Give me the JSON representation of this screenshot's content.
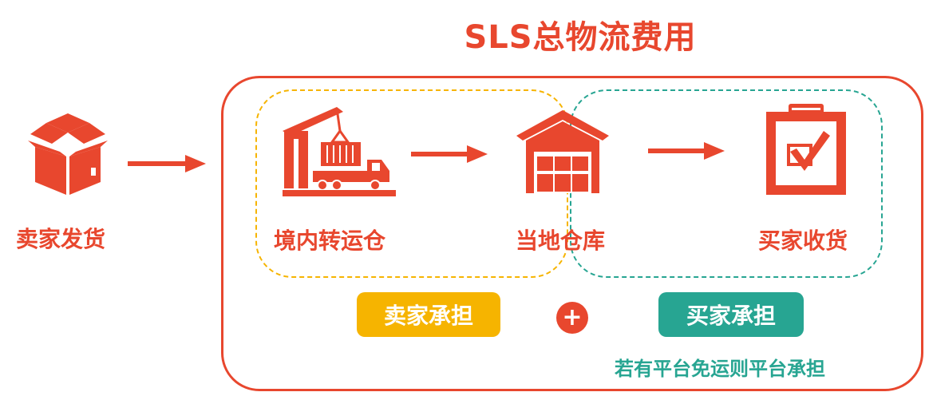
{
  "title": "SLS总物流费用",
  "seller_ship_label": "卖家发货",
  "steps": [
    {
      "label": "境内转运仓",
      "icon": "crane-truck-icon"
    },
    {
      "label": "当地仓库",
      "icon": "warehouse-icon"
    },
    {
      "label": "买家收货",
      "icon": "clipboard-check-icon"
    }
  ],
  "seller_icon": "box-icon",
  "seller_pays": "卖家承担",
  "buyer_pays": "买家承担",
  "plus_sign": "+",
  "note": "若有平台免运则平台承担",
  "colors": {
    "accent": "#E8472E",
    "seller": "#F6B400",
    "buyer": "#27A592"
  }
}
